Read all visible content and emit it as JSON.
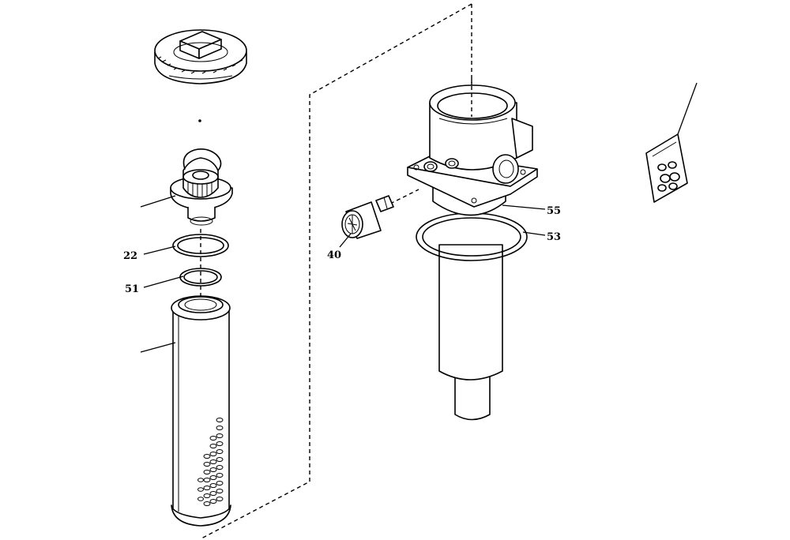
{
  "callouts": {
    "c22": "22",
    "c51": "51",
    "c40": "40",
    "c55": "55",
    "c53": "53"
  }
}
